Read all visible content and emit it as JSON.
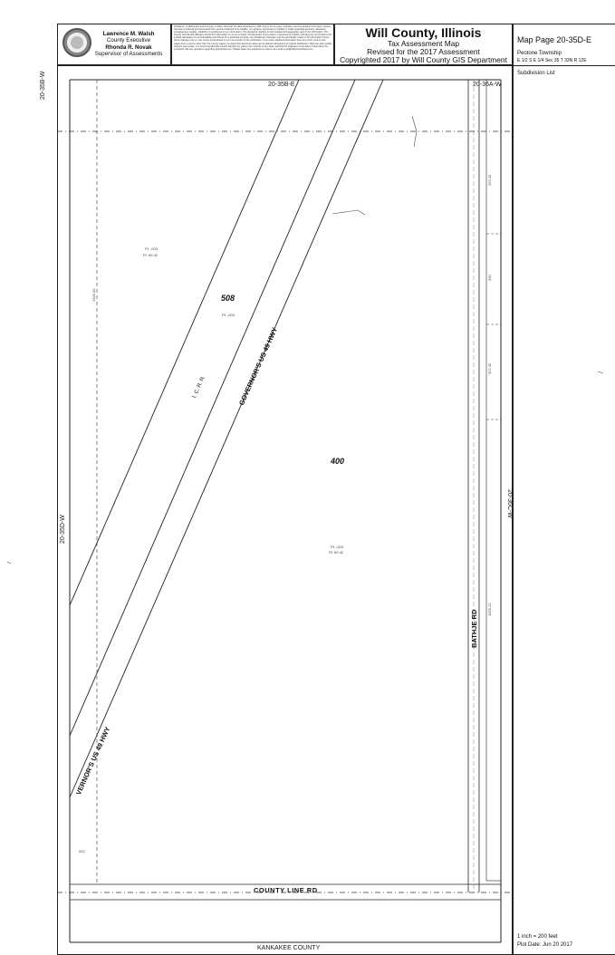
{
  "header": {
    "executive_name": "Lawrence M. Walsh",
    "executive_title": "County Executive",
    "assessor_name": "Rhonda R. Novak",
    "assessor_title": "Supervisor of Assessments",
    "disclaimer": "Disclaimer of Warranties and Accuracy of Data: Although the data developed by Will County for its maps, websites, and Geographic Information System has been produced and processed from sources believed to be reliable, no warranty, expressed or implied, is made regarding accuracy, adequacy, completeness, legality, reliability or usefulness of any information. This disclaimer applies to both isolated and aggregate uses of the information. The County and elected officials provide this information on an 'as is' basis. All warranties of any nature, expressed or implied, including but not limited to the implied warranties of merchantability and fitness for a particular purpose, are disclaimed. Changes may be periodically made to the information herein; these changes may or may not be incorporated in any new version of the publication. If you have obtained information from any of the County web pages from a source other than the County pages, be aware that electronic data can be altered subsequent to original distribution. Data can also quickly become out-of-date. It is recommended that careful attention be paid to the contents of any data, and that the originator of the data or information be contacted with any questions regarding appropriate use. Please direct any questions or issues via e-mail to gis@willcountyillinois.com.",
    "title": "Will County, Illinois",
    "subtitle_1": "Tax Assessment Map",
    "subtitle_2": "Revised for the 2017 Assessment",
    "subtitle_3": "Copyrighted 2017 by Will County GIS Department"
  },
  "sidebar": {
    "map_page": "Map Page  20-35D-E",
    "township": "Peotone Township",
    "location": "E 1/2 S E 1/4 Sec 35 T 33N R 12E",
    "subdivision_list": "Subdivision List",
    "scale": "1 inch = 200 feet",
    "plot_date": "Plot Date:  Jun 20 2017"
  },
  "map": {
    "adj_top": "20-35B-E",
    "adj_top_right": "20-36A-W",
    "adj_top_left": "20-35B-W",
    "adj_left": "20-35D-W",
    "adj_right": "20-36C-W",
    "adj_bottom": "KANKAKEE COUNTY",
    "road_bottom": "COUNTY LINE RD",
    "road_right": "BATHJE RD",
    "highway_upper": "GOVERNOR'S US 49 HWY",
    "highway_lower": "VERNOR'S US 49 HWY",
    "railroad": "I. C. R. R.",
    "parcel_508": "508",
    "parcel_400": "400",
    "pt_003_a": "Pt. -003",
    "pt_ac_a": "Pt. 69.42",
    "pt_003_b": "Pt. -003",
    "pt_003_c": "Pt. -003",
    "pt_ac_c": "Pt. 69.42",
    "lot_002": "002",
    "dim_left": "1320.00",
    "dim_r1": "262.42",
    "dim_r2": "330",
    "dim_r3": "327.42",
    "dim_r4": "1026.12"
  }
}
